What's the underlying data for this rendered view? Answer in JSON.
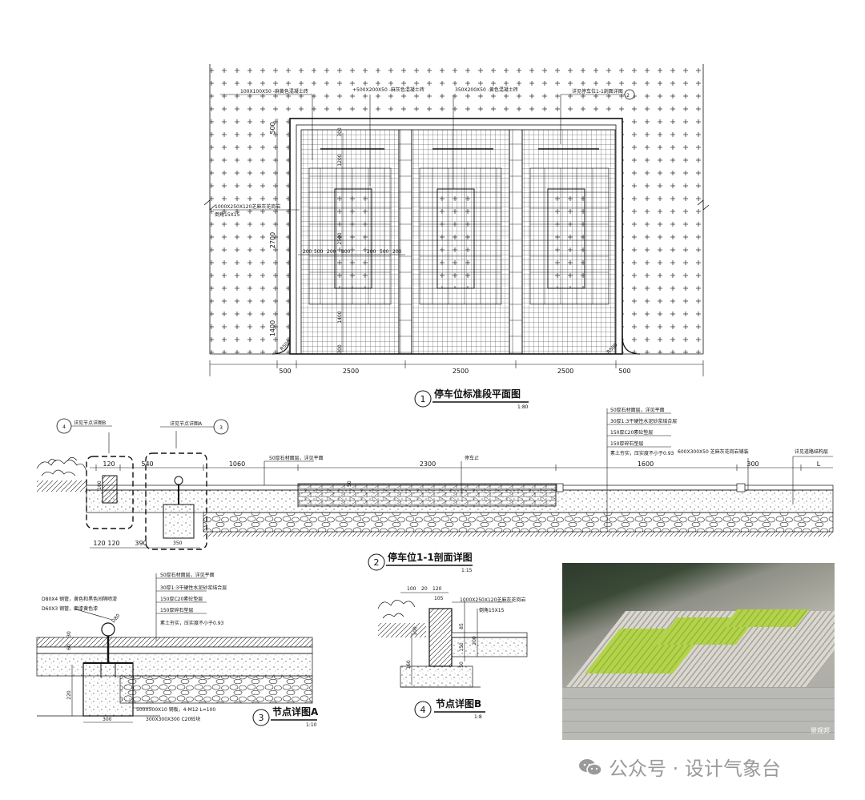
{
  "plan": {
    "title": "停车位标准段平面图",
    "index": "1",
    "scale": "1:80",
    "labels": {
      "paver_100": "100X100X50 -麻黄色混凝土砖",
      "paver_500": "+500X200X50 -麻灰色混凝土砖",
      "paver_350": "350X200X50 -黄色混凝土砖",
      "section_ref": "详见停车位1-1剖面详图",
      "curb": "1000X250X120芝麻灰花岗岩",
      "chamfer": "倒角15X15"
    },
    "section_mark": "2",
    "dims_bottom": [
      "500",
      "2500",
      "2500",
      "2500",
      "500"
    ],
    "dims_left": [
      "500",
      "2700",
      "1400"
    ],
    "dims_mid": [
      "200",
      "500",
      "200",
      "800",
      "200",
      "500",
      "200"
    ],
    "dims_vertical": [
      "300",
      "1200",
      "2500",
      "1400",
      "300"
    ],
    "chamfer_dims": [
      "R500",
      "R500"
    ]
  },
  "section": {
    "title": "停车位1-1剖面详图",
    "index": "2",
    "scale": "1:15",
    "callout_left": {
      "num": "4",
      "text": "详见节点详图B"
    },
    "callout_right": {
      "num": "3",
      "text": "详见节点详图A"
    },
    "layers": [
      "50厚石材面层，详见平面",
      "30厚1:3干硬性水泥砂浆结合层",
      "150厚C20素砼垫层",
      "150厚碎石垫层",
      "素土夯实，压实度不小于0.93"
    ],
    "notes": {
      "pave_note": "50厚石材面层，详见平面",
      "stop": "停车止",
      "paver_600": "600X300X50 芝麻灰花岗岩铺装",
      "detail_l": "详见道路结构层"
    },
    "dims_top": [
      "120",
      "540",
      "1060",
      "2300",
      "1600",
      "300",
      "L"
    ],
    "dims_bottom": [
      "120",
      "120",
      "390"
    ],
    "mid_dim": "50",
    "left_dims": [
      "100",
      "350"
    ]
  },
  "detail_a": {
    "title": "节点详图A",
    "index": "3",
    "scale": "1:10",
    "pipe_labels": [
      "D80X4 钢管，黄色和黑色间隔喷漆",
      "D60X3 钢管，面漆黄色漆"
    ],
    "pipe_dim": "D80",
    "layers": [
      "50厚石材面层，详见平面",
      "30厚1:3干硬性水泥砂浆结合层",
      "150厚C20素砼垫层",
      "150厚碎石垫层",
      "素土夯实，压实度不小于0.93"
    ],
    "plate": "500X500X10 钢板，4-M12 L=100",
    "block": "300X300X300 C20砼块",
    "dims": [
      "220",
      "300",
      "60",
      "30"
    ]
  },
  "detail_b": {
    "title": "节点详图B",
    "index": "4",
    "scale": "1:8",
    "dims_top": [
      "100",
      "20",
      "120",
      "105"
    ],
    "curb": "1000X250X120芝麻灰花岗岩",
    "chamfer": "倒角15X15",
    "dims_side": [
      "85",
      "150",
      "200",
      "100",
      "160",
      "50"
    ]
  },
  "photo": {
    "watermark": "景观邦"
  },
  "footer": {
    "wechat": "公众号 · 设计气象台"
  },
  "colors": {
    "line": "#111111",
    "photo_grass": "#b3d44a",
    "watermark": "#9a9a9a"
  }
}
